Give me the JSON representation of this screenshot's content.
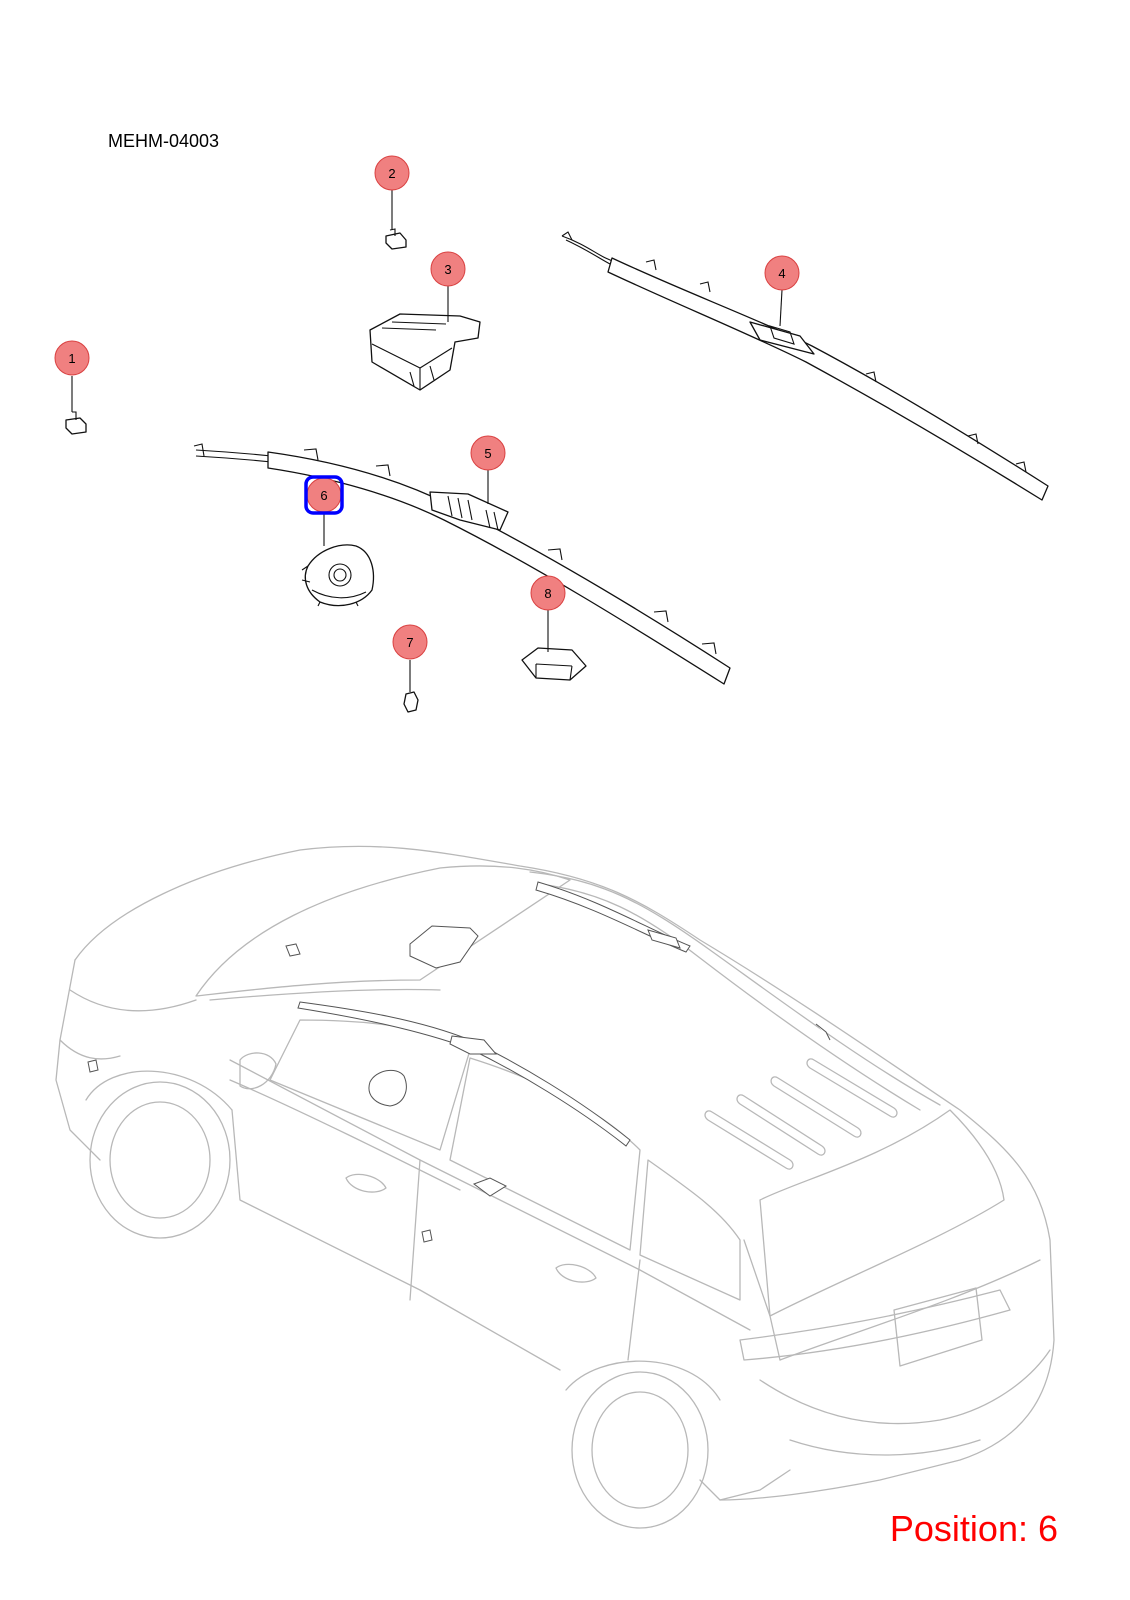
{
  "diagram_code": "MEHM-04003",
  "position_label": "Position: 6",
  "selected_callout": "6",
  "colors": {
    "callout_fill": "#f08080",
    "callout_stroke": "#d94040",
    "selected_stroke": "#0000ff",
    "position_text": "#ff0000",
    "car_outline": "#b8b8b8"
  },
  "callouts": [
    {
      "id": "1",
      "label": "1"
    },
    {
      "id": "2",
      "label": "2"
    },
    {
      "id": "3",
      "label": "3"
    },
    {
      "id": "4",
      "label": "4"
    },
    {
      "id": "5",
      "label": "5"
    },
    {
      "id": "6",
      "label": "6"
    },
    {
      "id": "7",
      "label": "7"
    },
    {
      "id": "8",
      "label": "8"
    }
  ]
}
